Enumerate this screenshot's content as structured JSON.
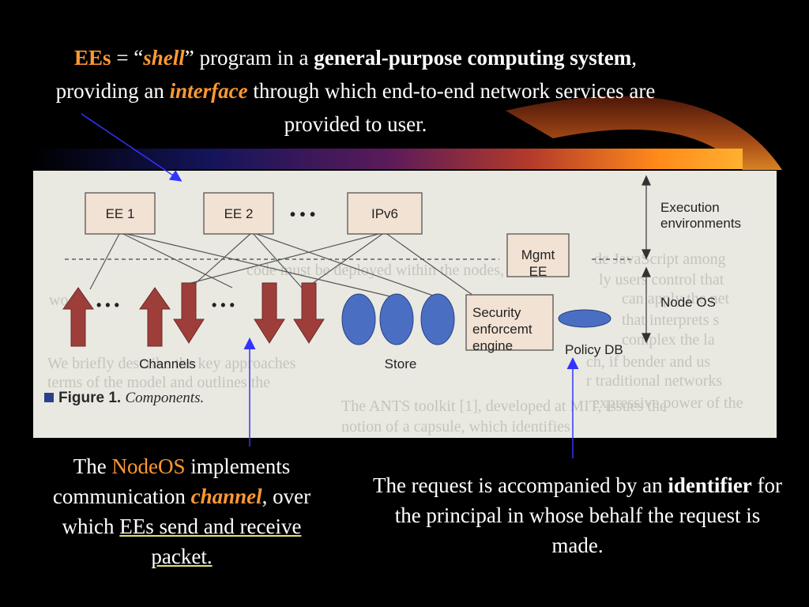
{
  "title": {
    "part1": "EEs",
    "part2": " = “",
    "part3": "shell",
    "part4": "” program in a ",
    "part5": "general-purpose computing system",
    "part6": ", providing an ",
    "part7": "interface",
    "part8": " through which end-to-end network services  are provided to user."
  },
  "figure": {
    "boxes": [
      "EE 1",
      "EE 2",
      "IPv6",
      "Mgmt EE",
      "Security enforcemt engine"
    ],
    "labels": {
      "execution": "Execution environments",
      "nodeos": "Node OS",
      "channels": "Channels",
      "store": "Store",
      "policy": "Policy DB",
      "ellipsis": "• • •"
    },
    "caption_bold": "Figure 1.",
    "caption_italic": "Components.",
    "bg_text": [
      "de JavaScript among",
      "ly users control that",
      "can apply the net",
      "that interprets s",
      "complex the la",
      "ch, if bender and us",
      "r traditional networks",
      "expressive power of the",
      "code must be deployed within the nodes, as have",
      "wo",
      "We briefly describe the key approaches",
      "terms of the model and outlines the",
      "The ANTS toolkit [1], developed at MIT, issues the",
      "notion of a capsule, which identifies"
    ]
  },
  "notes": {
    "left": {
      "p1": "The ",
      "p2": "NodeOS",
      "p3": " implements communication ",
      "p4": "channel",
      "p5": ", over which ",
      "p6": "EEs send and receive packet."
    },
    "right": {
      "p1": "The request is accompanied by an ",
      "p2": "identifier",
      "p3": " for the principal in whose behalf the request is made."
    }
  },
  "colors": {
    "accent": "#ff9933",
    "arrow": "#3333ff",
    "box_fill": "#f2e2d3",
    "channel": "#9e3e3b",
    "store": "#4a6fc2"
  }
}
